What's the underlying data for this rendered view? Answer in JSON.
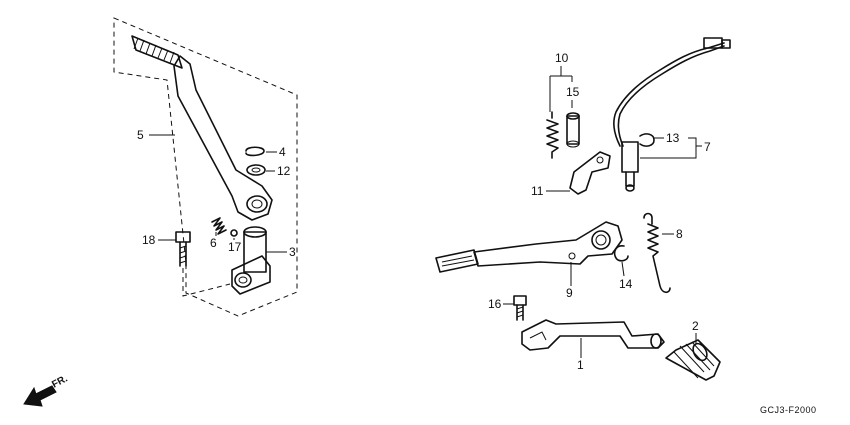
{
  "diagram": {
    "callouts": {
      "c1": "1",
      "c2": "2",
      "c3": "3",
      "c4": "4",
      "c5": "5",
      "c6": "6",
      "c7": "7",
      "c8": "8",
      "c9": "9",
      "c10": "10",
      "c11": "11",
      "c12": "12",
      "c13": "13",
      "c14": "14",
      "c15": "15",
      "c16": "16",
      "c17": "17",
      "c18": "18"
    },
    "direction_label": "FR.",
    "drawing_code": "GCJ3-F2000"
  }
}
